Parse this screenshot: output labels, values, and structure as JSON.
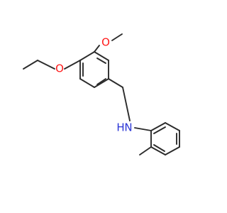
{
  "molecule": {
    "atoms": {
      "o_ethoxy": {
        "label": "O",
        "color": "#ff1a1a"
      },
      "o_methoxy": {
        "label": "O",
        "color": "#ff1a1a"
      },
      "n_amine": {
        "label": "N",
        "color": "#2a35d6"
      },
      "h_amine": {
        "label": "H",
        "color": "#2a35d6"
      }
    },
    "bond_color": "#2b2b2b"
  }
}
